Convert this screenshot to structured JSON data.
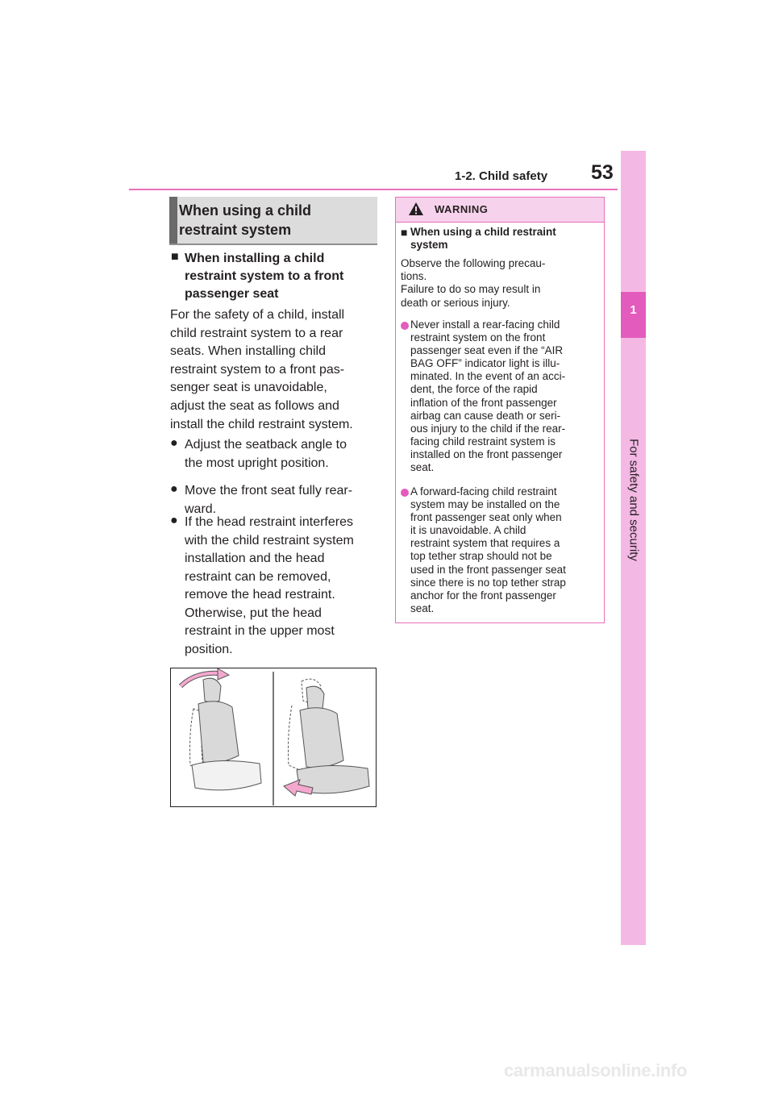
{
  "header": {
    "section": "1-2. Child safety",
    "page_number": "53"
  },
  "side_tab": {
    "number": "1",
    "label": "For safety and security"
  },
  "section_title": [
    "When using a child",
    "restraint system"
  ],
  "subheading": {
    "marker": "■",
    "lines": [
      "When installing a child",
      "restraint system to a front",
      "passenger seat"
    ]
  },
  "body_lines": [
    "For the safety of a child, install",
    "child restraint system to a rear",
    "seats. When installing child",
    "restraint system to a front pas-",
    "senger seat is unavoidable,",
    "adjust the seat as follows and",
    "install the child restraint system."
  ],
  "bullets": [
    {
      "marker": "●",
      "lines": [
        "Adjust the seatback angle to",
        "the most upright position."
      ]
    },
    {
      "marker": "●",
      "lines": [
        "Move the front seat fully rear-",
        "ward."
      ]
    },
    {
      "marker": "●",
      "lines": [
        "If the head restraint interferes",
        "with the child restraint system",
        "installation and the head",
        "restraint can be removed,",
        "remove the head restraint.",
        "Otherwise, put the head",
        "restraint in the upper most",
        "position."
      ]
    }
  ],
  "warning": {
    "title": "WARNING",
    "subheading_marker": "■",
    "subheading": [
      "When using a child restraint",
      "system"
    ],
    "intro": [
      "Observe the following precau-",
      "tions.",
      "Failure to do so may result in",
      "death or serious injury."
    ],
    "bullets": [
      [
        "Never install a rear-facing child",
        "restraint system on the front",
        "passenger seat even if the “AIR",
        "BAG OFF” indicator light is illu-",
        "minated. In the event of an acci-",
        "dent, the force of the rapid",
        "inflation of the front passenger",
        "airbag can cause death or seri-",
        "ous injury to the child if the rear-",
        "facing child restraint system is",
        "installed on the front passenger",
        "seat."
      ],
      [
        "A forward-facing child restraint",
        "system may be installed on the",
        "front passenger seat only when",
        "it is unavoidable. A child",
        "restraint system that requires a",
        "top tether strap should not be",
        "used in the front passenger seat",
        "since there is no top tether strap",
        "anchor for the front passenger",
        "seat."
      ]
    ]
  },
  "footer": "carmanualsonline.info",
  "colors": {
    "accent": "#e35bbd",
    "rule": "#e96fb9",
    "tab": "#f4b8e4",
    "warning_header": "#f7d2ec",
    "heading_box": "#dcdcdc"
  }
}
